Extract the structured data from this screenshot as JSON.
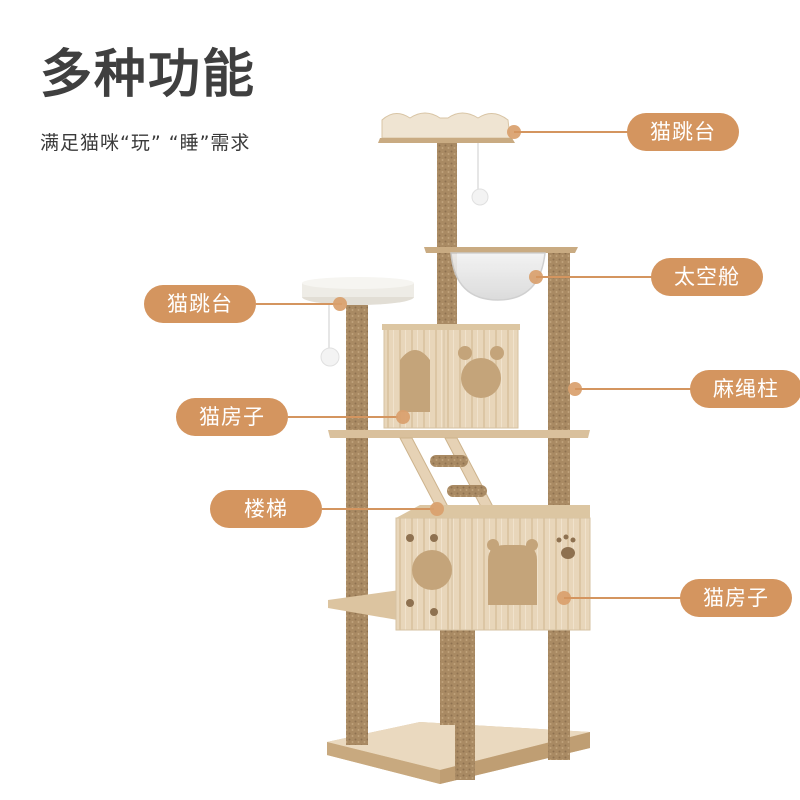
{
  "header": {
    "title": "多种功能",
    "subtitle": "满足猫咪“玩” “睡”需求"
  },
  "theme": {
    "accent": "#d4955f",
    "title_color": "#3f3f3f",
    "rope_color": "#a98a63",
    "wood_color": "#e6d2b5",
    "plush_color": "#eeece6"
  },
  "callouts": [
    {
      "id": "top-perch",
      "label": "猫跳台",
      "side": "right"
    },
    {
      "id": "space-capsule",
      "label": "太空舱",
      "side": "right"
    },
    {
      "id": "left-perch",
      "label": "猫跳台",
      "side": "left"
    },
    {
      "id": "sisal-post",
      "label": "麻绳柱",
      "side": "right"
    },
    {
      "id": "upper-house",
      "label": "猫房子",
      "side": "left"
    },
    {
      "id": "ladder",
      "label": "楼梯",
      "side": "left"
    },
    {
      "id": "lower-house",
      "label": "猫房子",
      "side": "right"
    }
  ]
}
